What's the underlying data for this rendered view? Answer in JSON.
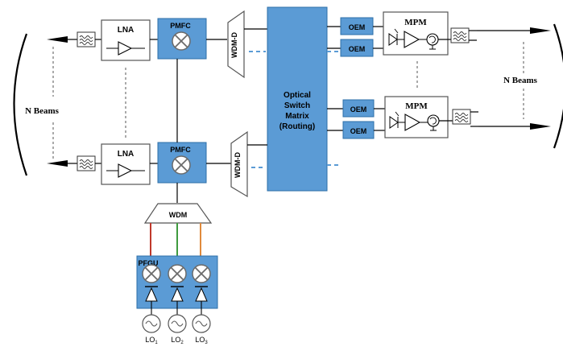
{
  "colors": {
    "block_blue": "#5b9bd5",
    "block_stroke": "#2e6fa8",
    "line": "#000000",
    "dash": "#5b9bd5",
    "red": "#c0392b",
    "green": "#3f9b3f",
    "orange": "#e08a3c"
  },
  "labels": {
    "lna": "LNA",
    "pmfc": "PMFC",
    "wdm_d": "WDM-D",
    "osm_line1": "Optical",
    "osm_line2": "Switch",
    "osm_line3": "Matrix",
    "osm_line4": "(Routing)",
    "oem": "OEM",
    "mpm": "MPM",
    "n_beams": "N Beams",
    "wdm": "WDM",
    "pfgu": "PFGU",
    "lo_base": "LO",
    "lo1_sub": "1",
    "lo2_sub": "2",
    "lo3_sub": "3"
  },
  "icons": {
    "filter": "bandpass-filter-icon",
    "amplifier": "amplifier-triangle-icon",
    "mixer": "mixer-cross-circle-icon",
    "photodiode": "photodiode-icon",
    "oscillator": "sine-oscillator-icon",
    "antenna": "antenna-horn-icon"
  }
}
